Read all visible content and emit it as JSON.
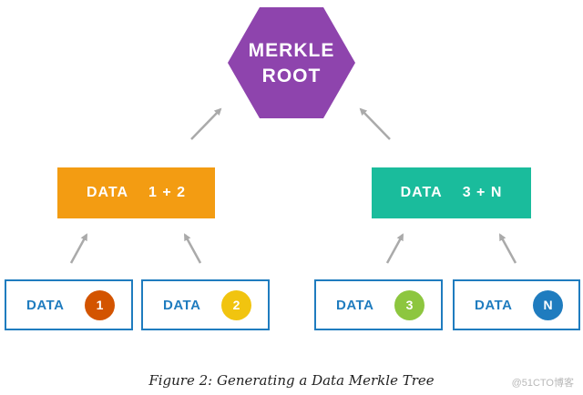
{
  "root": {
    "line1": "MERKLE",
    "line2": "ROOT",
    "color": "#8e44ad"
  },
  "level1": [
    {
      "id": "node12",
      "label": "DATA",
      "value": "1 + 2",
      "color": "#f39c12"
    },
    {
      "id": "node3n",
      "label": "DATA",
      "value": "3 + N",
      "color": "#1abc9c"
    }
  ],
  "leaves": [
    {
      "id": "leaf1",
      "label": "DATA",
      "badge": "1",
      "badge_color": "#d35400"
    },
    {
      "id": "leaf2",
      "label": "DATA",
      "badge": "2",
      "badge_color": "#f1c40f"
    },
    {
      "id": "leaf3",
      "label": "DATA",
      "badge": "3",
      "badge_color": "#8dc63f"
    },
    {
      "id": "leafn",
      "label": "DATA",
      "badge": "N",
      "badge_color": "#1f7cbf"
    }
  ],
  "colors": {
    "leaf_border": "#1f7cbf",
    "arrow": "#aaaaaa"
  },
  "caption": "Figure 2: Generating a Data Merkle Tree",
  "watermark": "@51CTO博客"
}
